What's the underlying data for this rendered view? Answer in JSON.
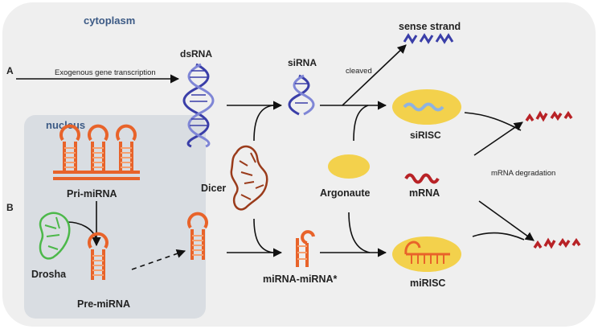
{
  "diagram": {
    "cell_label": "cytoplasm",
    "nucleus_label": "nucleus",
    "pathway_a": "A",
    "pathway_b": "B",
    "exogenous_label": "Exogenous gene transcription",
    "dsrna_label": "dsRNA",
    "sirna_label": "siRNA",
    "cleaved_label": "cleaved",
    "sense_strand_label": "sense strand",
    "sirisc_label": "siRISC",
    "dicer_label": "Dicer",
    "argonaute_label": "Argonaute",
    "mrna_label": "mRNA",
    "mrna_degradation_label": "mRNA degradation",
    "pri_mirna_label": "Pri-miRNA",
    "drosha_label": "Drosha",
    "pre_mirna_label": "Pre-miRNA",
    "mirna_duplex_label": "miRNA-miRNA*",
    "mirisc_label": "miRISC"
  },
  "colors": {
    "cytoplasm_bg": "#efefef",
    "nucleus_bg": "#d9dde2",
    "dsrna_blue": "#3a3ea8",
    "dsrna_light": "#7f86d6",
    "mirna_orange": "#e8632a",
    "mrna_red": "#b82226",
    "argonaute_yellow": "#f3d14c",
    "sirna_strand": "#8fb3e0",
    "drosha_green": "#4cb84a",
    "dicer_brown": "#9a3b1b",
    "title_blue": "#3c5a85"
  }
}
